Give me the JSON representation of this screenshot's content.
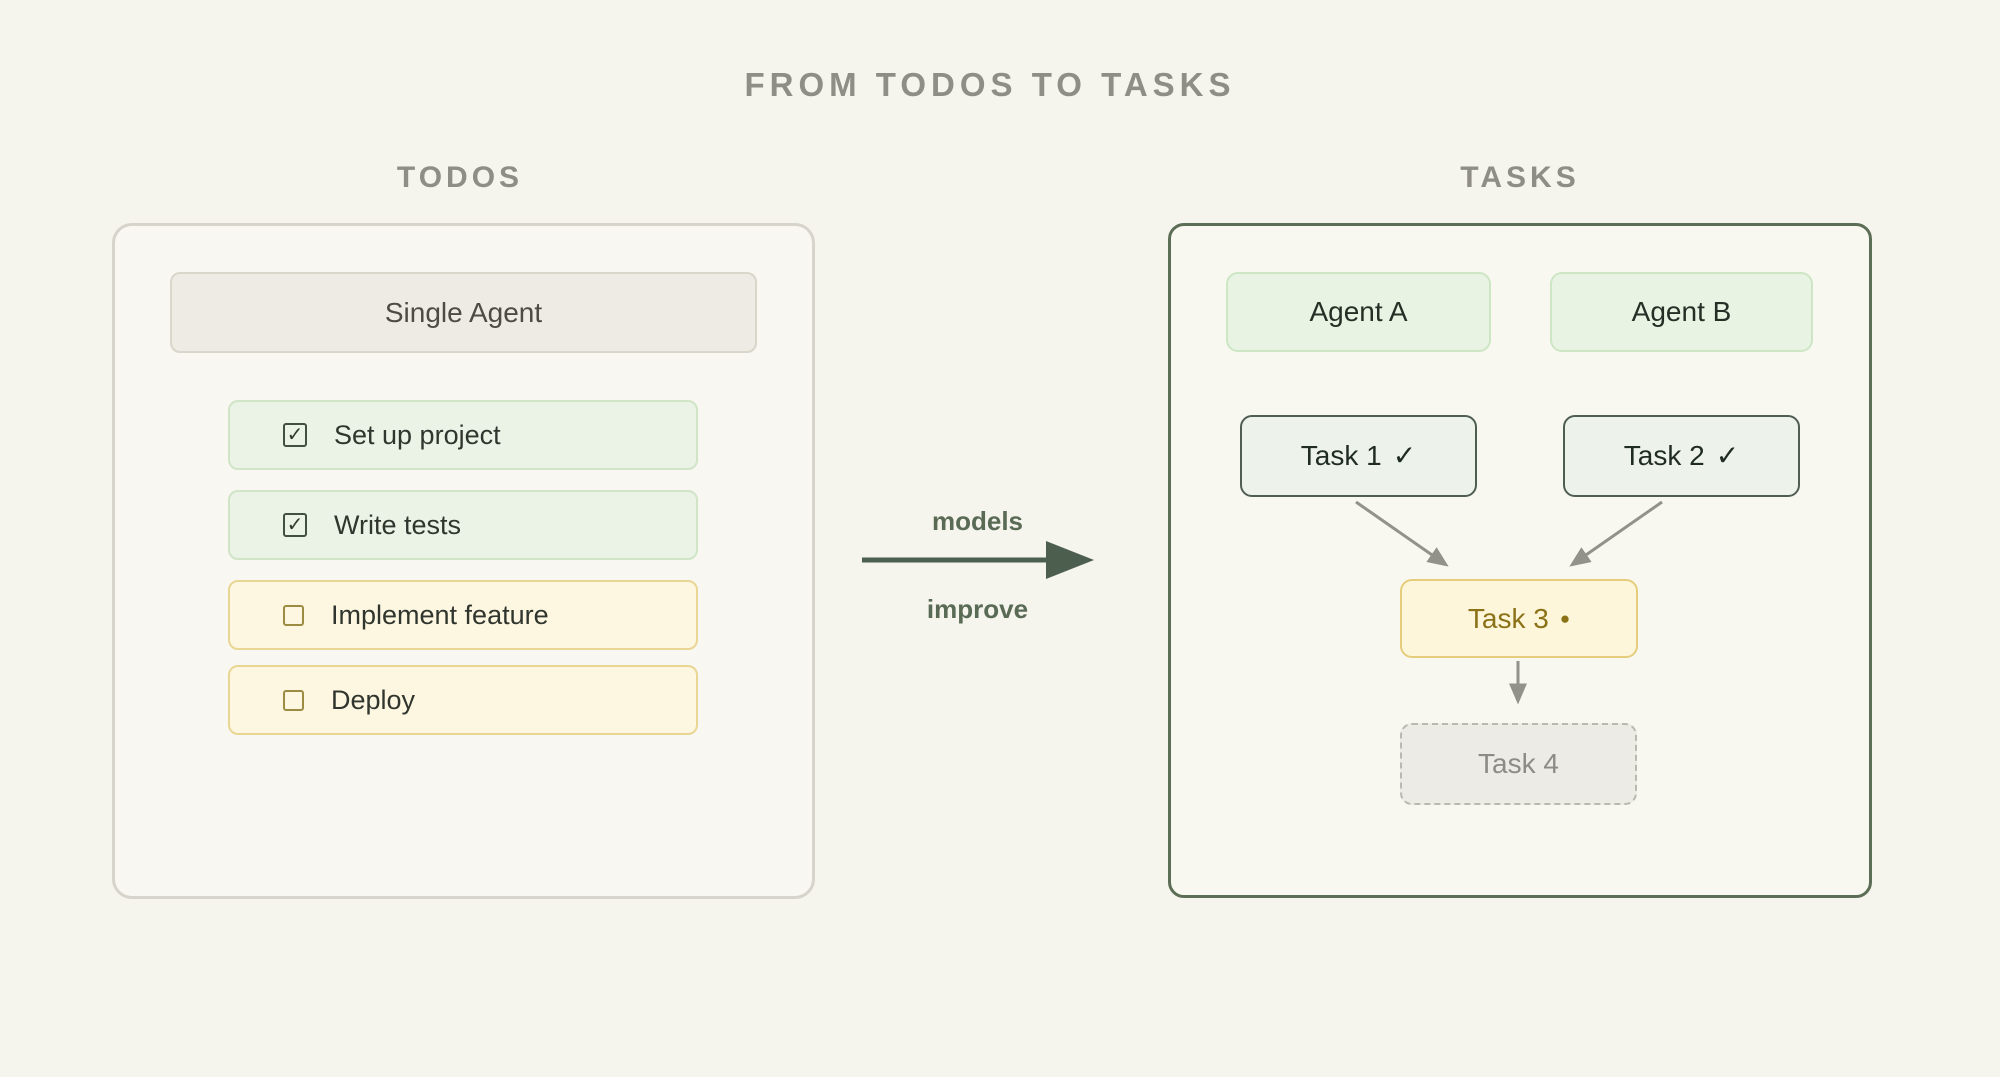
{
  "title": "FROM TODOS TO TASKS",
  "left": {
    "heading": "TODOS",
    "agent_box_label": "Single Agent",
    "items": [
      {
        "label": "Set up project",
        "state": "done",
        "check_glyph": "✓"
      },
      {
        "label": "Write tests",
        "state": "done",
        "check_glyph": "✓"
      },
      {
        "label": "Implement feature",
        "state": "pending",
        "check_glyph": ""
      },
      {
        "label": "Deploy",
        "state": "pending",
        "check_glyph": ""
      }
    ]
  },
  "middle": {
    "top_label": "models",
    "bottom_label": "improve"
  },
  "right": {
    "heading": "TASKS",
    "agents": [
      {
        "label": "Agent A"
      },
      {
        "label": "Agent B"
      }
    ],
    "tasks": [
      {
        "label": "Task 1",
        "status_glyph": "✓",
        "state": "done"
      },
      {
        "label": "Task 2",
        "status_glyph": "✓",
        "state": "done"
      },
      {
        "label": "Task 3",
        "status_glyph": "●",
        "state": "in-progress"
      },
      {
        "label": "Task 4",
        "status_glyph": "",
        "state": "pending"
      }
    ]
  },
  "colors": {
    "page_background": "#f5f4ed",
    "heading_gray": "#8e8d86",
    "left_panel_border": "#d6d4cb",
    "right_panel_border": "#5d6e57",
    "todo_done_bg": "#eaf3e5",
    "todo_done_border": "#cfe5c6",
    "todo_pending_bg": "#fdf7e1",
    "todo_pending_border": "#e9d694",
    "agent_box_bg": "#e9f3e3",
    "task_done_border": "#4f5d52",
    "task_in_progress_bg": "#fdf6da",
    "task_in_progress_text": "#8b7217",
    "task_pending_text": "#8c8b85",
    "center_arrow": "#4c5e4e",
    "graph_arrow": "#92928b"
  }
}
